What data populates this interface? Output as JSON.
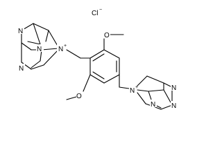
{
  "molecule": {
    "counter_ion": {
      "symbol": "Cl",
      "charge": "−"
    },
    "cation_charge": "+",
    "atom_symbols": {
      "nitrogen": "N",
      "oxygen": "O"
    }
  }
}
